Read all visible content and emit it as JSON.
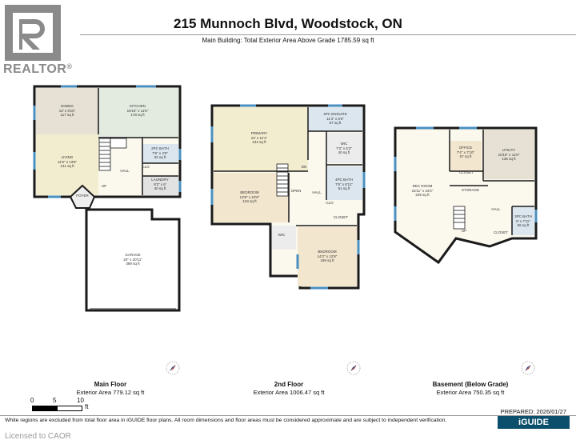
{
  "header": {
    "title": "215 Munnoch Blvd, Woodstock, ON",
    "subtitle": "Main Building: Total Exterior Area Above Grade 1785.59 sq ft"
  },
  "logo": {
    "text": "REALTOR",
    "mark": "®"
  },
  "floors": [
    {
      "name": "Main Floor",
      "area": "Exterior Area 779.12 sq ft",
      "rooms": [
        {
          "label": "DINING",
          "size": "13' x 9'10\"",
          "sqft": "117 sq ft"
        },
        {
          "label": "KITCHEN",
          "size": "18'10\" x 11'5\"",
          "sqft": "178 sq ft"
        },
        {
          "label": "LIVING",
          "size": "11'9\" x 13'6\"",
          "sqft": "141 sq ft"
        },
        {
          "label": "2PC BATH",
          "size": "7'6\" x 4'5\"",
          "sqft": "32 sq ft"
        },
        {
          "label": "HALL"
        },
        {
          "label": "CLO"
        },
        {
          "label": "LAUNDRY",
          "size": "8'2\" x 6'",
          "sqft": "40 sq ft"
        },
        {
          "label": "UP"
        },
        {
          "label": "FOYER"
        },
        {
          "label": "GARAGE",
          "size": "20'' x 20'11\"",
          "sqft": "389 sq ft"
        }
      ]
    },
    {
      "name": "2nd Floor",
      "area": "Exterior Area 1006.47 sq ft",
      "rooms": [
        {
          "label": "PRIMARY",
          "size": "22' x 11'1\"",
          "sqft": "244 sq ft"
        },
        {
          "label": "4PC ENSUITE",
          "size": "11'3\" x 5'6\"",
          "sqft": "57 sq ft"
        },
        {
          "label": "WIC",
          "size": "7'3\" x 5'3\"",
          "sqft": "40 sq ft"
        },
        {
          "label": "DN"
        },
        {
          "label": "OPEN"
        },
        {
          "label": "BEDROOM",
          "size": "13'8\" x 10'6\"",
          "sqft": "134 sq ft"
        },
        {
          "label": "4PC BATH",
          "size": "7'5\" x 8'11\"",
          "sqft": "51 sq ft"
        },
        {
          "label": "HALL"
        },
        {
          "label": "CLO"
        },
        {
          "label": "CLOSET"
        },
        {
          "label": "WIC"
        },
        {
          "label": "BEDROOM",
          "size": "14'2\" x 12'8\"",
          "sqft": "159 sq ft"
        }
      ]
    },
    {
      "name": "Basement (Below Grade)",
      "area": "Exterior Area 750.35 sq ft",
      "rooms": [
        {
          "label": "OFFICE",
          "size": "7'4\" x 7'10\"",
          "sqft": "57 sq ft"
        },
        {
          "label": "UTILITY",
          "size": "10'10\" x 11'5\"",
          "sqft": "136 sq ft"
        },
        {
          "label": "REC ROOM",
          "size": "15'11\" x 23'4\"",
          "sqft": "229 sq ft"
        },
        {
          "label": "CLOSET"
        },
        {
          "label": "STORAGE"
        },
        {
          "label": "HALL"
        },
        {
          "label": "UP"
        },
        {
          "label": "3PC BATH",
          "size": "8' x 7'11\"",
          "sqft": "56 sq ft"
        },
        {
          "label": "CLOSET"
        }
      ]
    }
  ],
  "scale": {
    "ticks": [
      "0",
      "5",
      "10"
    ],
    "unit": "ft"
  },
  "footer": {
    "disclaimer": "White regions are excluded from total floor area in iGUIDE floor plans. All room dimensions and floor areas must be considered approximate and are subject to independent verification.",
    "prepared": "PREPARED: 2026/01/27",
    "brand": "iGUIDE",
    "licensed": "Licensed to CAOR"
  },
  "colors": {
    "dining": "#e6e1d4",
    "kitchen": "#e3ebe0",
    "living": "#f3edcf",
    "bath": "#dbe6ef",
    "bedroom": "#f3e6cf",
    "wall": "#1a1a1a",
    "window": "#4a8fc0"
  }
}
